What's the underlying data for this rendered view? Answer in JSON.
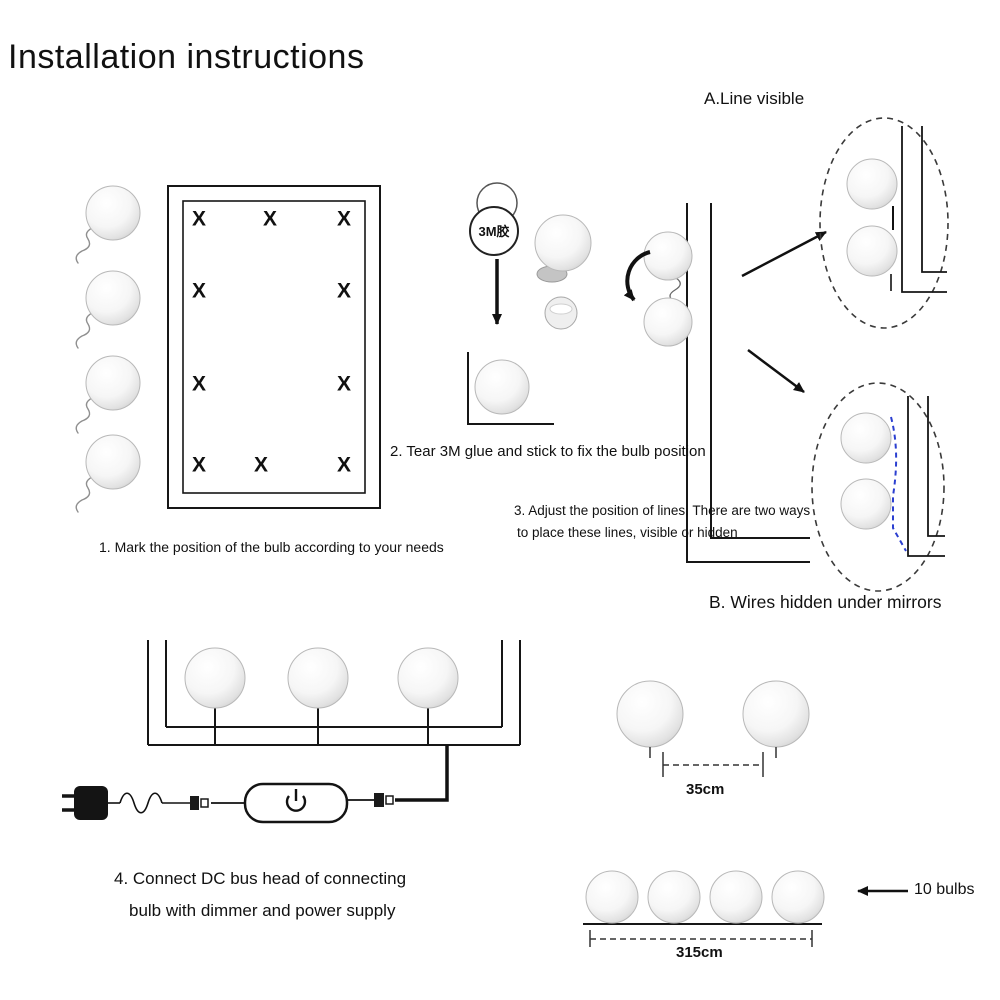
{
  "title": "Installation instructions",
  "section_a": {
    "label": "A.Line visible"
  },
  "section_b": {
    "label": "B. Wires hidden under mirrors"
  },
  "steps": {
    "step1": "1. Mark the position of the bulb according to your needs",
    "step2": "2. Tear 3M glue and stick to fix the bulb position",
    "step3_line1": "3. Adjust the position of lines. There are two ways",
    "step3_line2": "to place these lines, visible or hidden",
    "step4_line1": "4. Connect DC bus head of connecting",
    "step4_line2": "bulb with dimmer and power supply"
  },
  "labels": {
    "glue_badge": "3M胶",
    "x_mark": "X",
    "spacing_between_bulbs": "35cm",
    "total_length": "315cm",
    "bulb_count": "10 bulbs"
  },
  "colors": {
    "line": "#111111",
    "hidden_wire_blue": "#2b3fd0",
    "bulb_shade": "#cbcbcb"
  }
}
